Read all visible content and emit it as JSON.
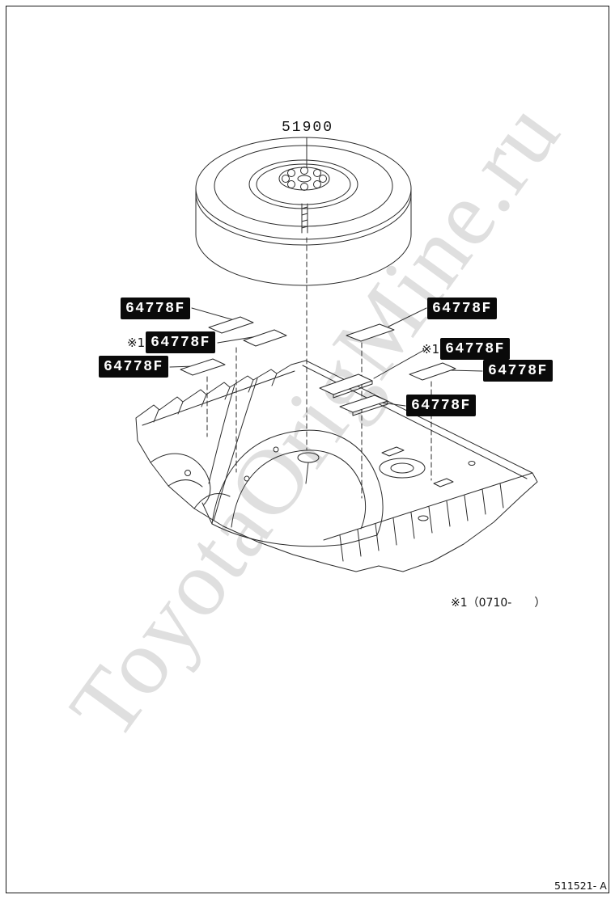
{
  "watermark_text": "ToyotaOrigMine.ru",
  "tire": {
    "part_number": "51900"
  },
  "labels": [
    {
      "prefix": "",
      "number": "64778F"
    },
    {
      "prefix": "※1",
      "number": "64778F"
    },
    {
      "prefix": "",
      "number": "64778F"
    },
    {
      "prefix": "",
      "number": "64778F"
    },
    {
      "prefix": "※1",
      "number": "64778F"
    },
    {
      "prefix": "",
      "number": "64778F"
    },
    {
      "prefix": "",
      "number": "64778F"
    }
  ],
  "footnote": "※1（0710-　　）",
  "sheet_number": "511521- A"
}
